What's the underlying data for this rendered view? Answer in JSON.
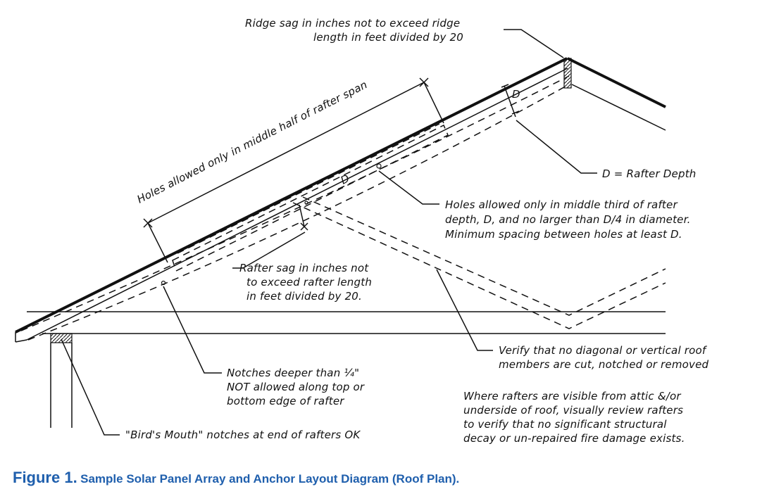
{
  "labels": {
    "ridge_sag_1": "Ridge sag in inches not to exceed ridge",
    "ridge_sag_2": "length in feet divided by 20",
    "holes_span": "Holes allowed only in middle half of rafter span",
    "d_mark": "D",
    "d_def": "D = Rafter Depth",
    "holes_third_1": "Holes allowed only in middle third of rafter",
    "holes_third_2": "depth, D, and no larger than D/4 in diameter.",
    "holes_third_3": "Minimum spacing between holes at least D.",
    "rafter_sag_1": "Rafter sag in inches not",
    "rafter_sag_2": "to exceed rafter length",
    "rafter_sag_3": "in feet divided by 20.",
    "notches_1": "Notches deeper than ¼\"",
    "notches_2": "NOT allowed along top or",
    "notches_3": "bottom edge of rafter",
    "verify_1": "Verify that no diagonal or vertical roof",
    "verify_2": "members are cut, notched or removed",
    "birds_mouth": "\"Bird's Mouth\" notches at end of rafters OK",
    "attic_1": "Where rafters are visible from attic &/or",
    "attic_2": "underside of roof, visually review rafters",
    "attic_3": "to verify that no significant structural",
    "attic_4": "decay or un-repaired fire damage exists."
  },
  "caption": {
    "number": "Figure 1.",
    "text": "Sample Solar Panel Array and Anchor Layout Diagram (Roof Plan)."
  }
}
